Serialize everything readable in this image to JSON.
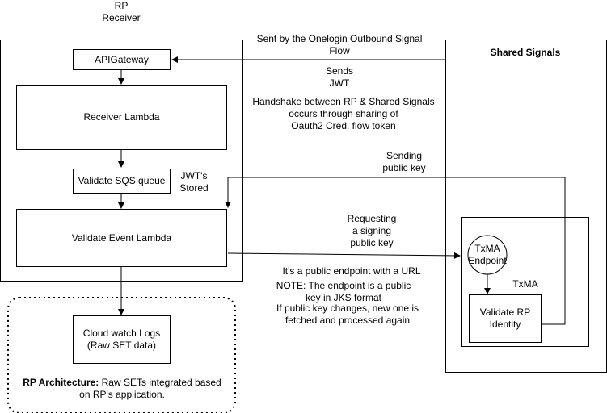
{
  "receiver_header": "RP\nReceiver",
  "shared_signals_title": "Shared Signals",
  "txma_label": "TxMA",
  "boxes": {
    "api_gateway": "APIGateway",
    "receiver_lambda": "Receiver Lambda",
    "validate_sqs": "Validate SQS queue",
    "validate_event_lambda": "Validate Event Lambda",
    "cloudwatch_logs": "Cloud watch Logs\n(Raw SET data)",
    "txma_endpoint": "TxMA\nEndpoint",
    "validate_rp_identity": "Validate RP\nIdentity"
  },
  "labels": {
    "outbound_flow": "Sent by the Onelogin Outbound Signal\nFlow",
    "sends_jwt": "Sends\nJWT",
    "handshake": "Handshake between RP & Shared Signals\noccurs through sharing of\nOauth2 Cred. flow token",
    "sending_public_key": "Sending\npublic key",
    "jwts_stored": "JWT's\nStored",
    "requesting_key": "Requesting\na signing\npublic key",
    "public_endpoint": "It's a public endpoint with a URL",
    "note_jks": "NOTE: The endpoint is a public\nkey in JKS format",
    "key_changes": "If public key changes, new one is\nfetched and processed again"
  },
  "rp_architecture": {
    "bold": "RP Architecture:",
    "rest": " Raw SETs integrated based\non RP's application."
  }
}
